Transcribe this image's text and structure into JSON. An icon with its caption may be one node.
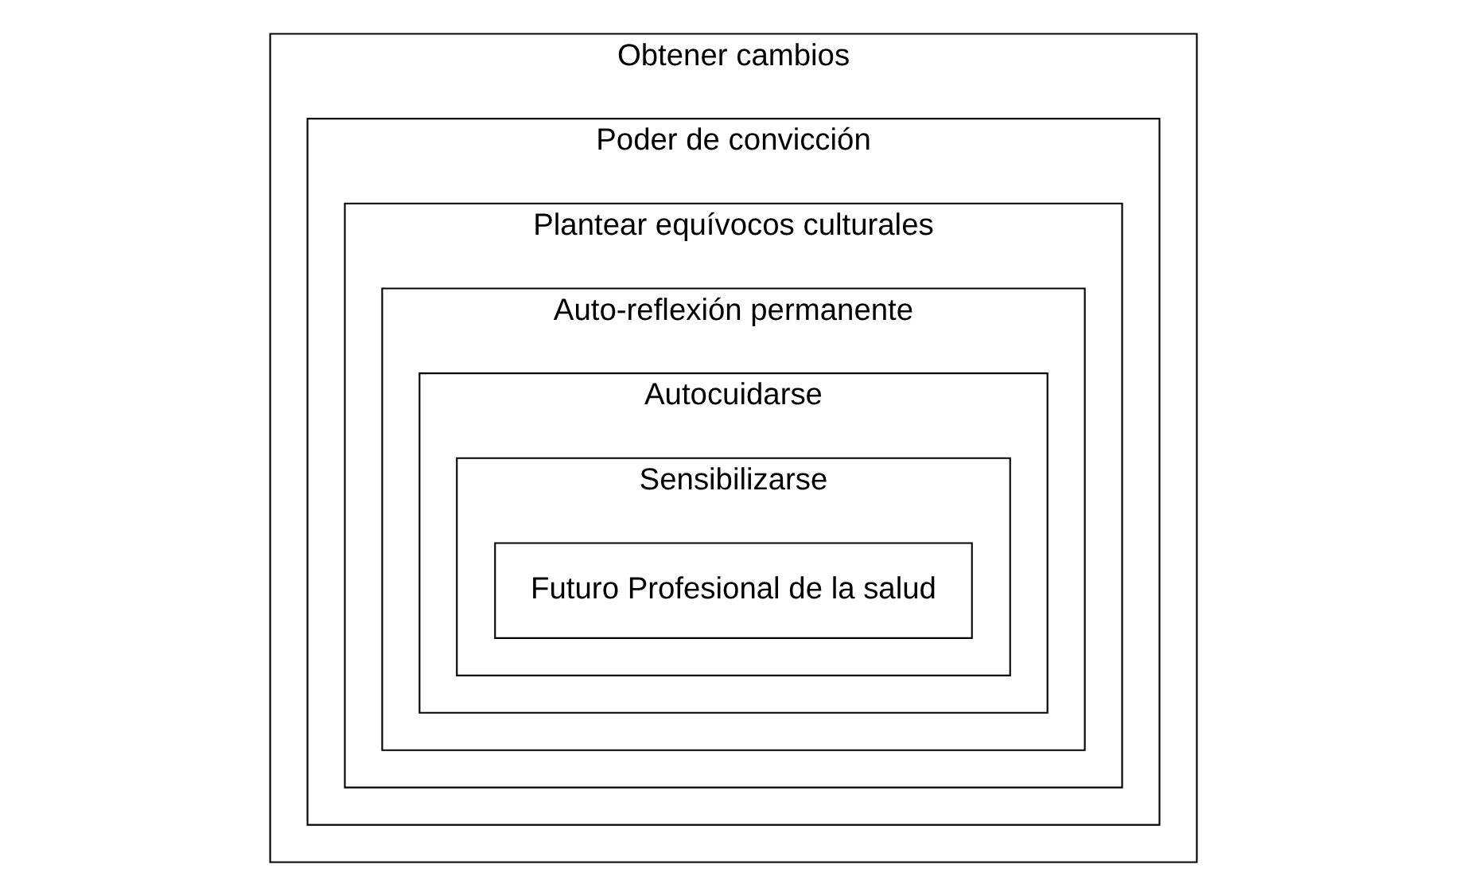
{
  "diagram": {
    "nodes": [
      {
        "text": [
          "Obtener cambios"
        ]
      },
      {
        "text": [
          "Poder de convicción"
        ],
        "in": 0
      },
      {
        "text": [
          "Plantear equívocos culturales"
        ],
        "in": 1
      },
      {
        "text": [
          "Auto-reflexión permanente"
        ],
        "in": 2
      },
      {
        "text": [
          "Autocuidarse"
        ],
        "in": 3
      },
      {
        "text": [
          "Sensibilizarse"
        ],
        "in": 4
      },
      {
        "text": [
          "Futuro Profesional de la salud"
        ],
        "in": 5
      }
    ]
  }
}
